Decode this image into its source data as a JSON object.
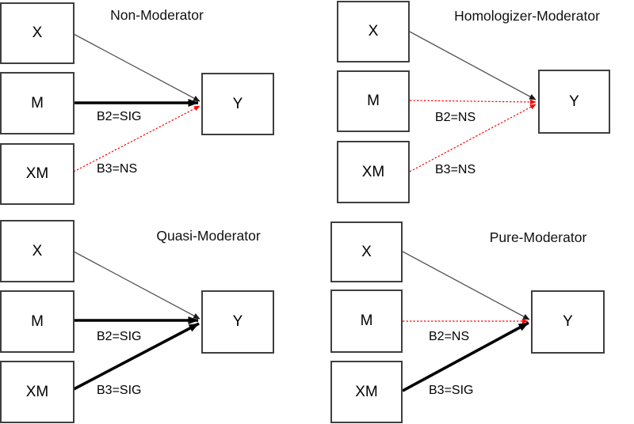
{
  "figure": {
    "kind": "moderator-models-path-diagrams",
    "colors": {
      "significant_path": "#000000",
      "nonsignificant_path": "#ff0000",
      "box_border": "#3f3f3f",
      "thin_path": "#545454"
    }
  },
  "diagrams": [
    {
      "title": "Non-Moderator",
      "nodes": [
        {
          "label": "X"
        },
        {
          "label": "M"
        },
        {
          "label": "XM"
        },
        {
          "label": "Y"
        }
      ],
      "edges": [
        {
          "from": "X",
          "to": "Y",
          "style": "thin-solid-black",
          "label": ""
        },
        {
          "from": "M",
          "to": "Y",
          "style": "thick-solid-black",
          "significance": "SIG",
          "label": "B2=SIG"
        },
        {
          "from": "XM",
          "to": "Y",
          "style": "dashed-red",
          "significance": "NS",
          "label": "B3=NS"
        }
      ]
    },
    {
      "title": "Homologizer-Moderator",
      "nodes": [
        {
          "label": "X"
        },
        {
          "label": "M"
        },
        {
          "label": "XM"
        },
        {
          "label": "Y"
        }
      ],
      "edges": [
        {
          "from": "X",
          "to": "Y",
          "style": "thin-solid-black",
          "label": ""
        },
        {
          "from": "M",
          "to": "Y",
          "style": "dashed-red",
          "significance": "NS",
          "label": "B2=NS"
        },
        {
          "from": "XM",
          "to": "Y",
          "style": "dashed-red",
          "significance": "NS",
          "label": "B3=NS"
        }
      ]
    },
    {
      "title": "Quasi-Moderator",
      "nodes": [
        {
          "label": "X"
        },
        {
          "label": "M"
        },
        {
          "label": "XM"
        },
        {
          "label": "Y"
        }
      ],
      "edges": [
        {
          "from": "X",
          "to": "Y",
          "style": "thin-solid-black",
          "label": ""
        },
        {
          "from": "M",
          "to": "Y",
          "style": "thick-solid-black",
          "significance": "SIG",
          "label": "B2=SIG"
        },
        {
          "from": "XM",
          "to": "Y",
          "style": "thick-solid-black",
          "significance": "SIG",
          "label": "B3=SIG"
        }
      ]
    },
    {
      "title": "Pure-Moderator",
      "nodes": [
        {
          "label": "X"
        },
        {
          "label": "M"
        },
        {
          "label": "XM"
        },
        {
          "label": "Y"
        }
      ],
      "edges": [
        {
          "from": "X",
          "to": "Y",
          "style": "thin-solid-black",
          "label": ""
        },
        {
          "from": "M",
          "to": "Y",
          "style": "dashed-red",
          "significance": "NS",
          "label": "B2=NS"
        },
        {
          "from": "XM",
          "to": "Y",
          "style": "thick-solid-black",
          "significance": "SIG",
          "label": "B3=SIG"
        }
      ]
    }
  ]
}
